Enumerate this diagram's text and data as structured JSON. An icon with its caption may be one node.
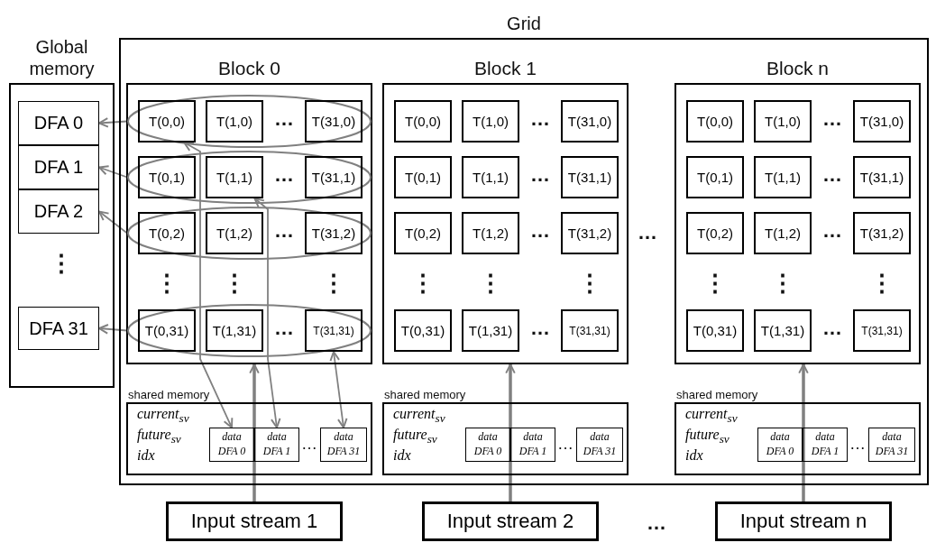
{
  "diagram": {
    "nodes": [
      {
        "text": [
          "Global memory"
        ]
      },
      {
        "text": [
          "DFA 0"
        ],
        "in": 0
      },
      {
        "text": [
          "DFA 1"
        ],
        "in": 0
      },
      {
        "text": [
          "DFA 2"
        ],
        "in": 0
      },
      {
        "text": [
          "DFA 31"
        ],
        "in": 0
      },
      {
        "text": [
          "Grid"
        ]
      },
      {
        "text": [
          "Block 0"
        ],
        "in": 5
      },
      {
        "text": [],
        "shape": "ellipse",
        "in": 6
      },
      {
        "text": [],
        "shape": "ellipse",
        "in": 6
      },
      {
        "text": [],
        "shape": "ellipse",
        "in": 6
      },
      {
        "text": [],
        "shape": "ellipse",
        "in": 6
      },
      {
        "text": [
          "T(0,0)"
        ],
        "in": 7
      },
      {
        "text": [
          "T(1,0)"
        ],
        "in": 7
      },
      {
        "text": [
          "T(31,0)"
        ],
        "in": 7
      },
      {
        "text": [
          "T(0,1)"
        ],
        "in": 8
      },
      {
        "text": [
          "T(1,1)"
        ],
        "in": 8
      },
      {
        "text": [
          "T(31,1)"
        ],
        "in": 8
      },
      {
        "text": [
          "T(0,2)"
        ],
        "in": 9
      },
      {
        "text": [
          "T(1,2)"
        ],
        "in": 9
      },
      {
        "text": [
          "T(31,2)"
        ],
        "in": 9
      },
      {
        "text": [
          "T(0,31)"
        ],
        "in": 10
      },
      {
        "text": [
          "T(1,31)"
        ],
        "in": 10
      },
      {
        "text": [
          "T(31,31)"
        ],
        "in": 10
      },
      {
        "text": [
          "shared memory",
          "current$_{sv}$",
          "future$_{sv}$",
          "idx"
        ],
        "in": 5
      },
      {
        "text": [
          "data DFA 0"
        ],
        "in": 23
      },
      {
        "text": [
          "data DFA 1"
        ],
        "in": 23
      },
      {
        "text": [
          "data DFA 31"
        ],
        "in": 23
      },
      {
        "text": [
          "Block 1"
        ],
        "in": 5
      },
      {
        "text": [
          "T(0,0)"
        ],
        "in": 27
      },
      {
        "text": [
          "T(1,0)"
        ],
        "in": 27
      },
      {
        "text": [
          "T(31,0)"
        ],
        "in": 27
      },
      {
        "text": [
          "T(0,1)"
        ],
        "in": 27
      },
      {
        "text": [
          "T(1,1)"
        ],
        "in": 27
      },
      {
        "text": [
          "T(31,1)"
        ],
        "in": 27
      },
      {
        "text": [
          "T(0,2)"
        ],
        "in": 27
      },
      {
        "text": [
          "T(1,2)"
        ],
        "in": 27
      },
      {
        "text": [
          "T(31,2)"
        ],
        "in": 27
      },
      {
        "text": [
          "T(0,31)"
        ],
        "in": 27
      },
      {
        "text": [
          "T(1,31)"
        ],
        "in": 27
      },
      {
        "text": [
          "T(31,31)"
        ],
        "in": 27
      },
      {
        "text": [
          "shared memory",
          "current$_{sv}$",
          "future$_{sv}$",
          "idx"
        ],
        "in": 5
      },
      {
        "text": [
          "data DFA 0"
        ],
        "in": 40
      },
      {
        "text": [
          "data DFA 1"
        ],
        "in": 40
      },
      {
        "text": [
          "data DFA 31"
        ],
        "in": 40
      },
      {
        "text": [
          "Block n"
        ],
        "in": 5
      },
      {
        "text": [
          "T(0,0)"
        ],
        "in": 44
      },
      {
        "text": [
          "T(1,0)"
        ],
        "in": 44
      },
      {
        "text": [
          "T(31,0)"
        ],
        "in": 44
      },
      {
        "text": [
          "T(0,1)"
        ],
        "in": 44
      },
      {
        "text": [
          "T(1,1)"
        ],
        "in": 44
      },
      {
        "text": [
          "T(31,1)"
        ],
        "in": 44
      },
      {
        "text": [
          "T(0,2)"
        ],
        "in": 44
      },
      {
        "text": [
          "T(1,2)"
        ],
        "in": 44
      },
      {
        "text": [
          "T(31,2)"
        ],
        "in": 44
      },
      {
        "text": [
          "T(0,31)"
        ],
        "in": 44
      },
      {
        "text": [
          "T(1,31)"
        ],
        "in": 44
      },
      {
        "text": [
          "T(31,31)"
        ],
        "in": 44
      },
      {
        "text": [
          "shared memory",
          "current$_{sv}$",
          "future$_{sv}$",
          "idx"
        ],
        "in": 5
      },
      {
        "text": [
          "data DFA 0"
        ],
        "in": 57
      },
      {
        "text": [
          "data DFA 1"
        ],
        "in": 57
      },
      {
        "text": [
          "data DFA 31"
        ],
        "in": 57
      },
      {
        "text": [
          "Input stream 1"
        ]
      },
      {
        "text": [
          "Input stream 2"
        ]
      },
      {
        "text": [
          "Input stream n"
        ]
      }
    ],
    "edges": [
      {
        "from": 7,
        "to": 1,
        "arrow": "to"
      },
      {
        "from": 8,
        "to": 2,
        "arrow": "to"
      },
      {
        "from": 9,
        "to": 3,
        "arrow": "to"
      },
      {
        "from": 10,
        "to": 4,
        "arrow": "to"
      },
      {
        "from": 11,
        "to": 24,
        "arrow": "both"
      },
      {
        "from": 15,
        "to": 25,
        "arrow": "both"
      },
      {
        "from": 22,
        "to": 26,
        "arrow": "both"
      },
      {
        "from": 61,
        "to": 6,
        "arrow": "to",
        "style": "thick"
      },
      {
        "from": 62,
        "to": 27,
        "arrow": "to",
        "style": "thick"
      },
      {
        "from": 63,
        "to": 44,
        "arrow": "to",
        "style": "thick"
      }
    ],
    "labels": [
      "⋮",
      "…",
      "…",
      "…",
      "…",
      "⋮",
      "⋮",
      "⋮",
      "…",
      "…",
      "…",
      "…",
      "…",
      "⋮",
      "⋮",
      "⋮",
      "…",
      "…",
      "…",
      "…",
      "…",
      "…",
      "⋮",
      "⋮",
      "⋮",
      "…",
      "…"
    ]
  }
}
